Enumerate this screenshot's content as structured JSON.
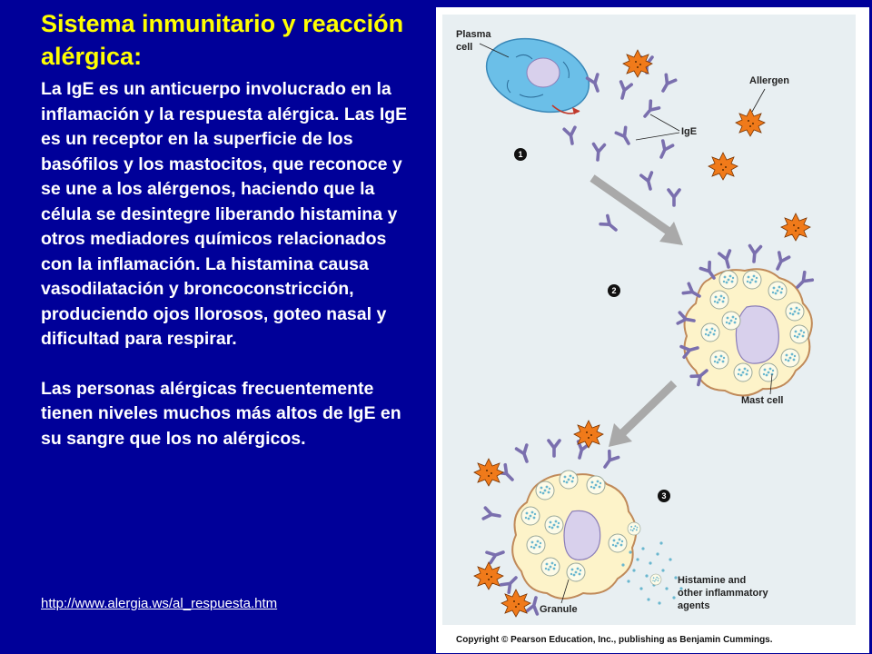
{
  "slide": {
    "title": "Sistema inmunitario y reacción alérgica:",
    "paragraph1": "La IgE es un anticuerpo involucrado en la inflamación y la respuesta alérgica. Las IgE es un receptor en la superficie de los basófilos y los mastocitos, que reconoce y se une a los alérgenos,  haciendo que la célula se desintegre liberando histamina y otros mediadores químicos relacionados con la inflamación. La histamina causa vasodilatación y broncoconstricción, produciendo ojos llorosos, goteo nasal y dificultad para respirar.",
    "paragraph2": "Las personas alérgicas frecuentemente tienen niveles muchos más altos de IgE en su sangre que los no alérgicos.",
    "link": "http://www.alergia.ws/al_respuesta.htm"
  },
  "figure": {
    "plasma_cell_line1": "Plasma",
    "plasma_cell_line2": "cell",
    "allergen": "Allergen",
    "ige": "IgE",
    "mast_cell": "Mast cell",
    "granule": "Granule",
    "histamine_line1": "Histamine and",
    "histamine_line2": "other inflammatory",
    "histamine_line3": "agents",
    "step1": "1",
    "step2": "2",
    "step3": "3",
    "copyright": "Copyright © Pearson Education, Inc., publishing as Benjamin Cummings."
  },
  "colors": {
    "background": "#000099",
    "title": "#ffff00",
    "text": "#ffffff",
    "panel": "#e8eff2",
    "antibody": "#7a6fae",
    "allergen": "#f07a1a",
    "cell_fill": "#fdf3c9",
    "nucleus": "#d8d0ec",
    "plasma_cell": "#6bbfe8",
    "arrow": "#a9a9a9"
  }
}
